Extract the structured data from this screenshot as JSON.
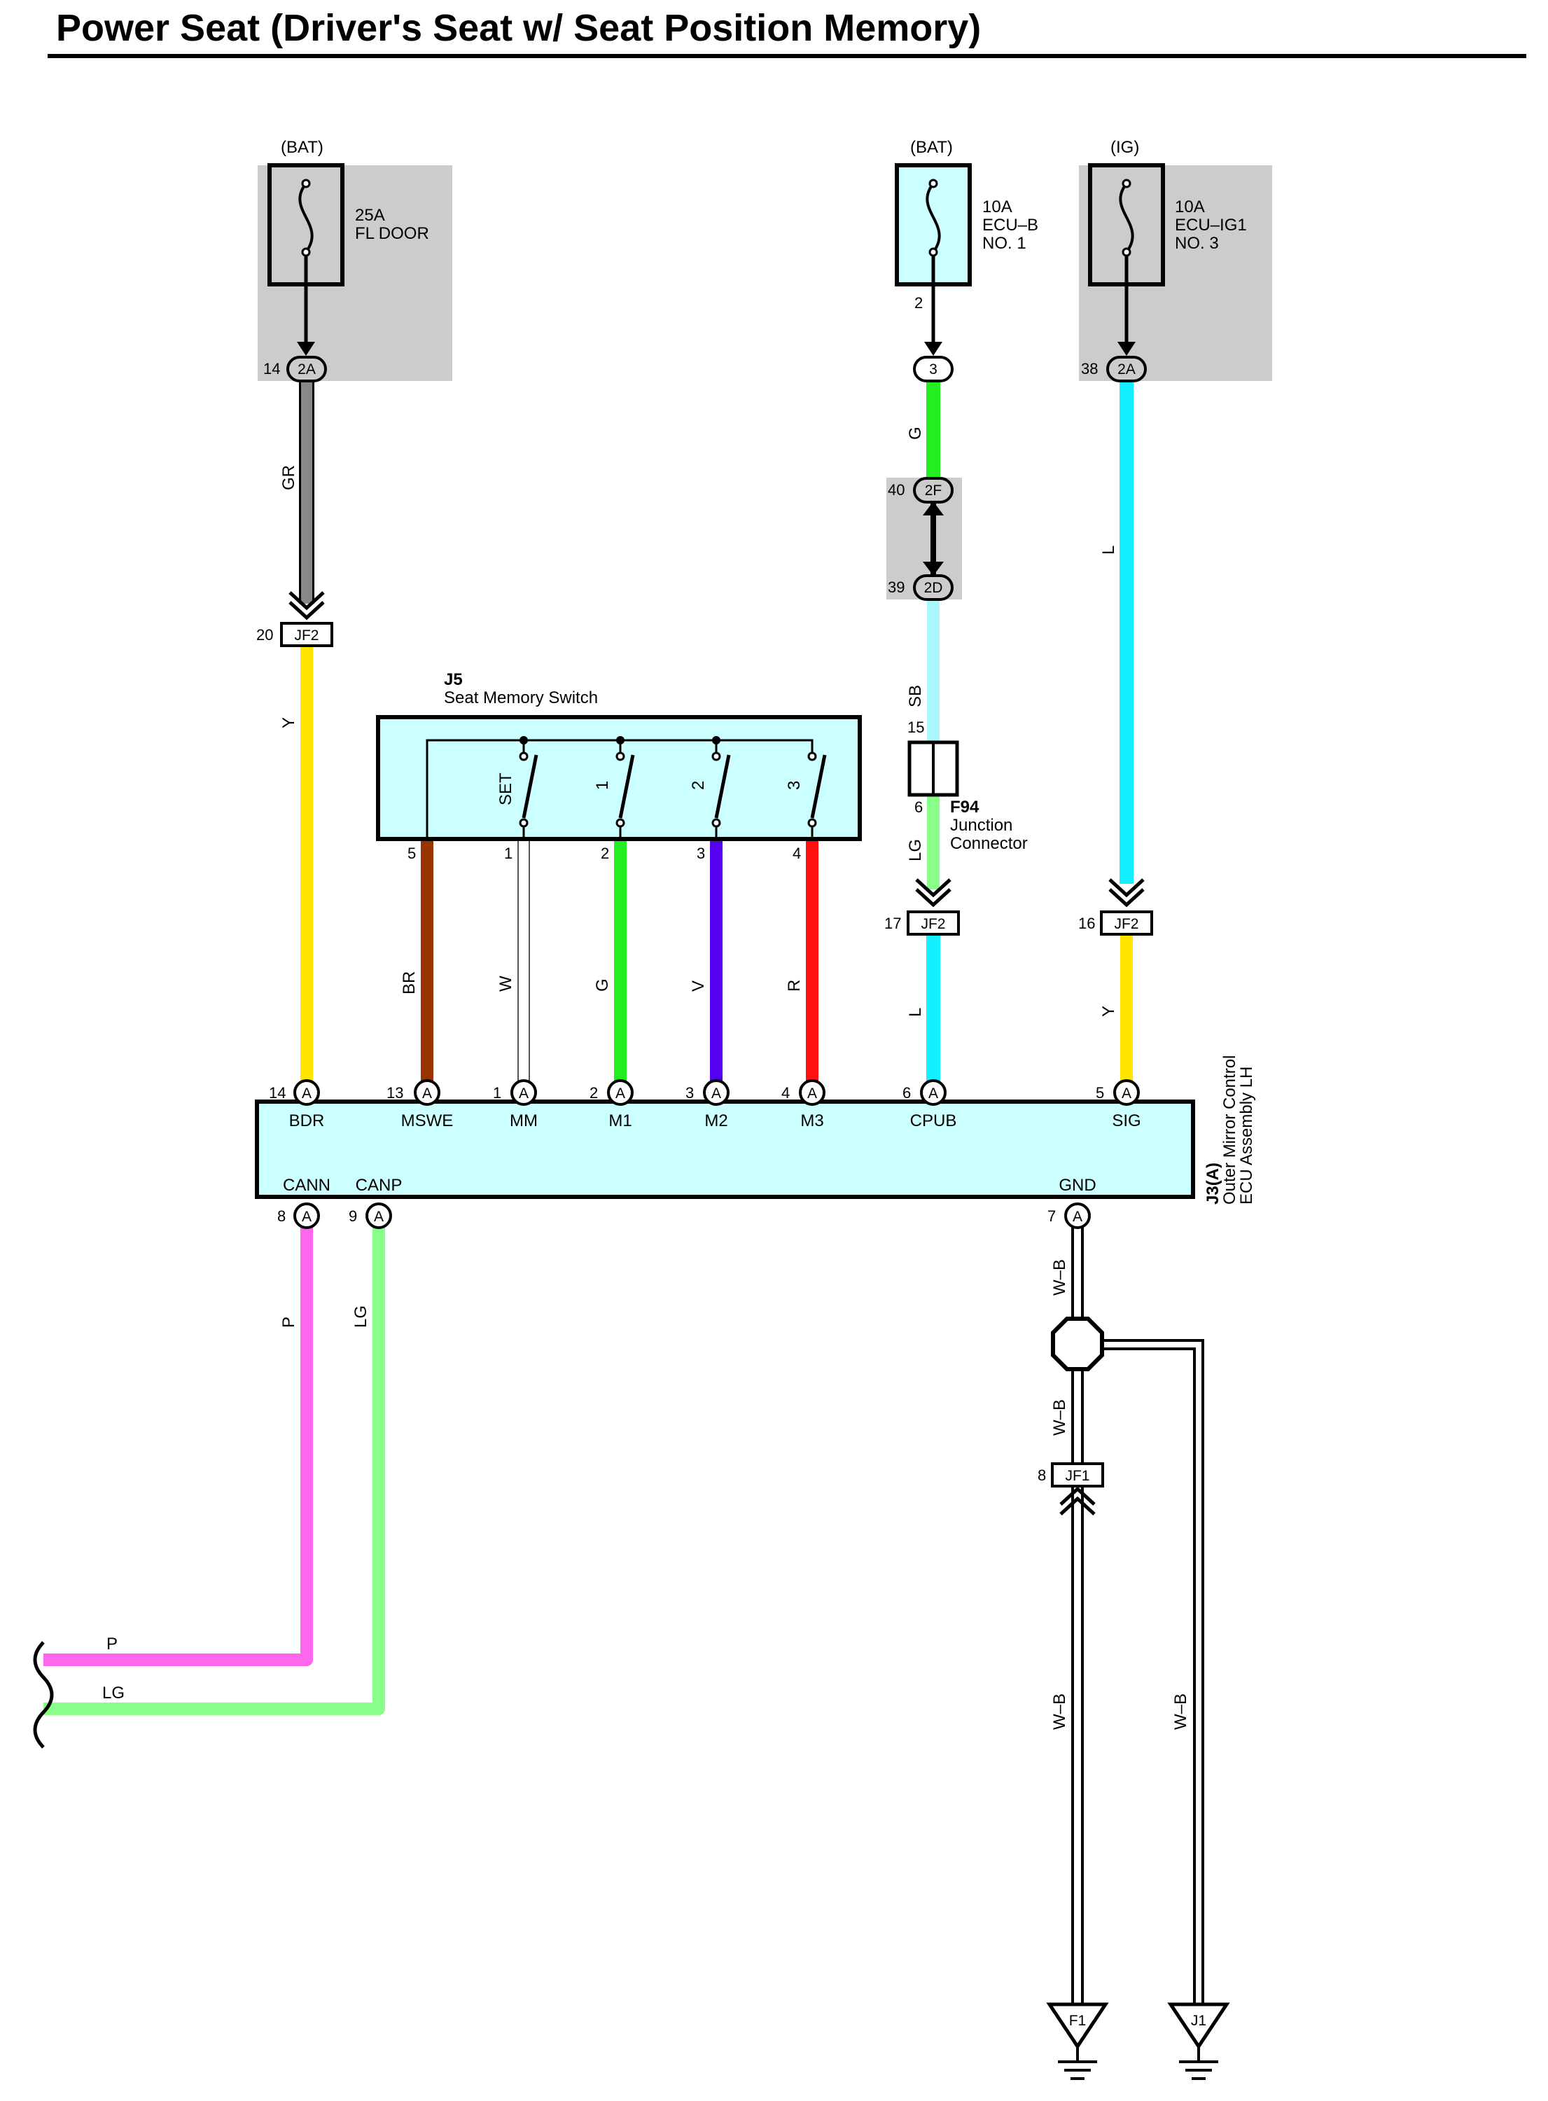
{
  "title": "Power Seat (Driver's Seat w/ Seat Position Memory)",
  "colors": {
    "GR": "#888888",
    "Y": "#ffe500",
    "G": "#22ee22",
    "L": "#14f0ff",
    "SB": "#aaf6ff",
    "LG": "#88ff88",
    "BR": "#993300",
    "W": "#ffffff",
    "V": "#5500ee",
    "R": "#ff1111",
    "P": "#ff66ee",
    "WB": "#ffffff",
    "gray_box": "#cccccc",
    "component_fill": "#ccffff"
  },
  "power_sources": {
    "fl_door": {
      "source": "(BAT)",
      "rating": "25A",
      "name": "FL DOOR",
      "conn_pin": "14",
      "conn": "2A"
    },
    "ecu_b": {
      "source": "(BAT)",
      "rating": "10A",
      "name": "ECU–B",
      "name2": "NO. 1",
      "fuse_pin": "2",
      "conn": "3"
    },
    "ecu_ig1": {
      "source": "(IG)",
      "rating": "10A",
      "name": "ECU–IG1",
      "name2": "NO. 3",
      "conn_pin": "38",
      "conn": "2A"
    }
  },
  "connectors": {
    "c2f": {
      "pin": "40",
      "id": "2F"
    },
    "c2d": {
      "pin": "39",
      "id": "2D"
    },
    "jf2_left": {
      "pin": "20",
      "id": "JF2"
    },
    "jf2_mid": {
      "pin": "17",
      "id": "JF2"
    },
    "jf2_right": {
      "pin": "16",
      "id": "JF2"
    },
    "jf1": {
      "pin": "8",
      "id": "JF1"
    }
  },
  "seat_memory_switch": {
    "code": "J5",
    "name": "Seat Memory Switch",
    "switches": [
      "SET",
      "1",
      "2",
      "3"
    ],
    "pins": [
      "5",
      "1",
      "2",
      "3",
      "4"
    ]
  },
  "junction_connector": {
    "code": "F94",
    "line1": "Junction",
    "line2": "Connector",
    "pin_top": "15",
    "pin_bottom": "6"
  },
  "wire_codes": {
    "gr": "GR",
    "y_left": "Y",
    "g_top": "G",
    "l_right": "L",
    "sb": "SB",
    "lg_mid": "LG",
    "br": "BR",
    "w": "W",
    "g_sw": "G",
    "v": "V",
    "r": "R",
    "l_mid": "L",
    "y_right": "Y",
    "p": "P",
    "lg_low": "LG",
    "wb1": "W–B",
    "wb2": "W–B",
    "wb3": "W–B",
    "wb4": "W–B",
    "p_end": "P",
    "lg_end": "LG"
  },
  "ecu": {
    "code": "J3(A)",
    "name_line1": "Outer Mirror Control",
    "name_line2": "ECU Assembly LH",
    "conn_letter": "A",
    "top_pins": [
      {
        "num": "14",
        "name": "BDR"
      },
      {
        "num": "13",
        "name": "MSWE"
      },
      {
        "num": "1",
        "name": "MM"
      },
      {
        "num": "2",
        "name": "M1"
      },
      {
        "num": "3",
        "name": "M2"
      },
      {
        "num": "4",
        "name": "M3"
      },
      {
        "num": "6",
        "name": "CPUB"
      },
      {
        "num": "5",
        "name": "SIG"
      }
    ],
    "bottom_pins": [
      {
        "num": "8",
        "name": "CANN"
      },
      {
        "num": "9",
        "name": "CANP"
      },
      {
        "num": "7",
        "name": "GND"
      }
    ]
  },
  "grounds": [
    "F1",
    "J1"
  ]
}
